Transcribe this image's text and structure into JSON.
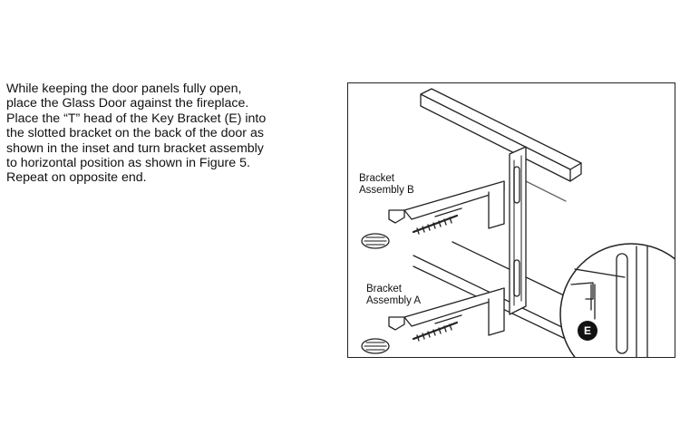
{
  "instructions": {
    "lines": [
      "While keeping the door panels fully open,",
      "place the Glass Door against the fireplace.",
      "Place the “T” head of the Key Bracket (E) into",
      "the slotted bracket on the back of the door as",
      "shown in the inset and turn bracket assembly",
      "to horizontal position as shown in Figure 5.",
      "Repeat on opposite end."
    ]
  },
  "figure": {
    "label_b_line1": "Bracket",
    "label_b_line2": "Assembly B",
    "label_a_line1": "Bracket",
    "label_a_line2": "Assembly A",
    "callout": "E"
  }
}
